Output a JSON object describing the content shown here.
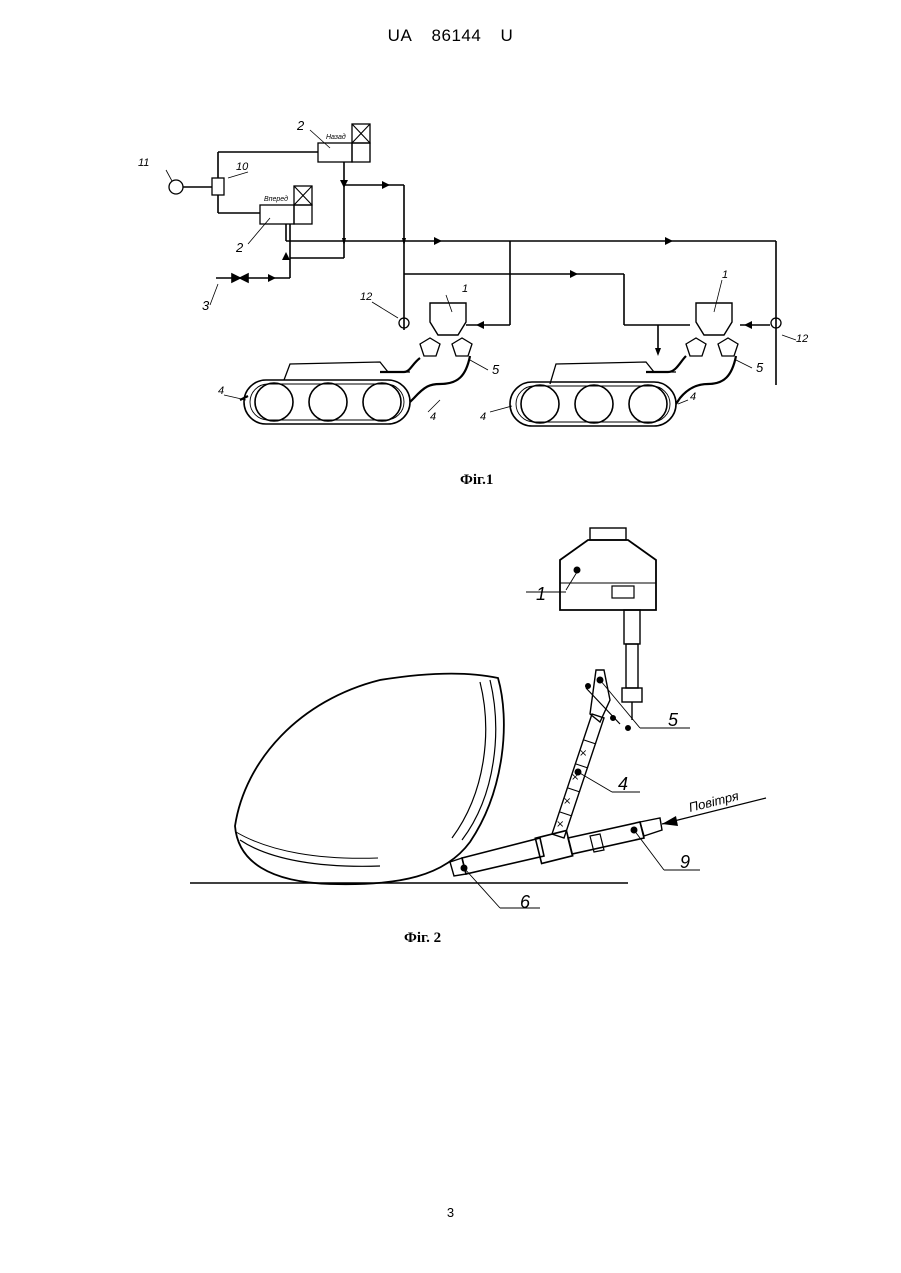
{
  "header": {
    "country": "UA",
    "number": "86144",
    "kind": "U"
  },
  "figure1": {
    "caption": "Фіг.1",
    "box_labels": {
      "back": "Назад",
      "forward": "Вперед"
    },
    "labels": {
      "n1a": "1",
      "n1b": "1",
      "n2a": "2",
      "n2b": "2",
      "n3": "3",
      "n4a": "4",
      "n4b": "4",
      "n4c": "4",
      "n4d": "4",
      "n5a": "5",
      "n5b": "5",
      "n10": "10",
      "n11": "11",
      "n12a": "12",
      "n12b": "12"
    }
  },
  "figure2": {
    "caption": "Фіг. 2",
    "air_label": "Повітря",
    "labels": {
      "n1": "1",
      "n4": "4",
      "n5": "5",
      "n6": "6",
      "n9": "9"
    }
  },
  "footer": {
    "page_number": "3"
  }
}
